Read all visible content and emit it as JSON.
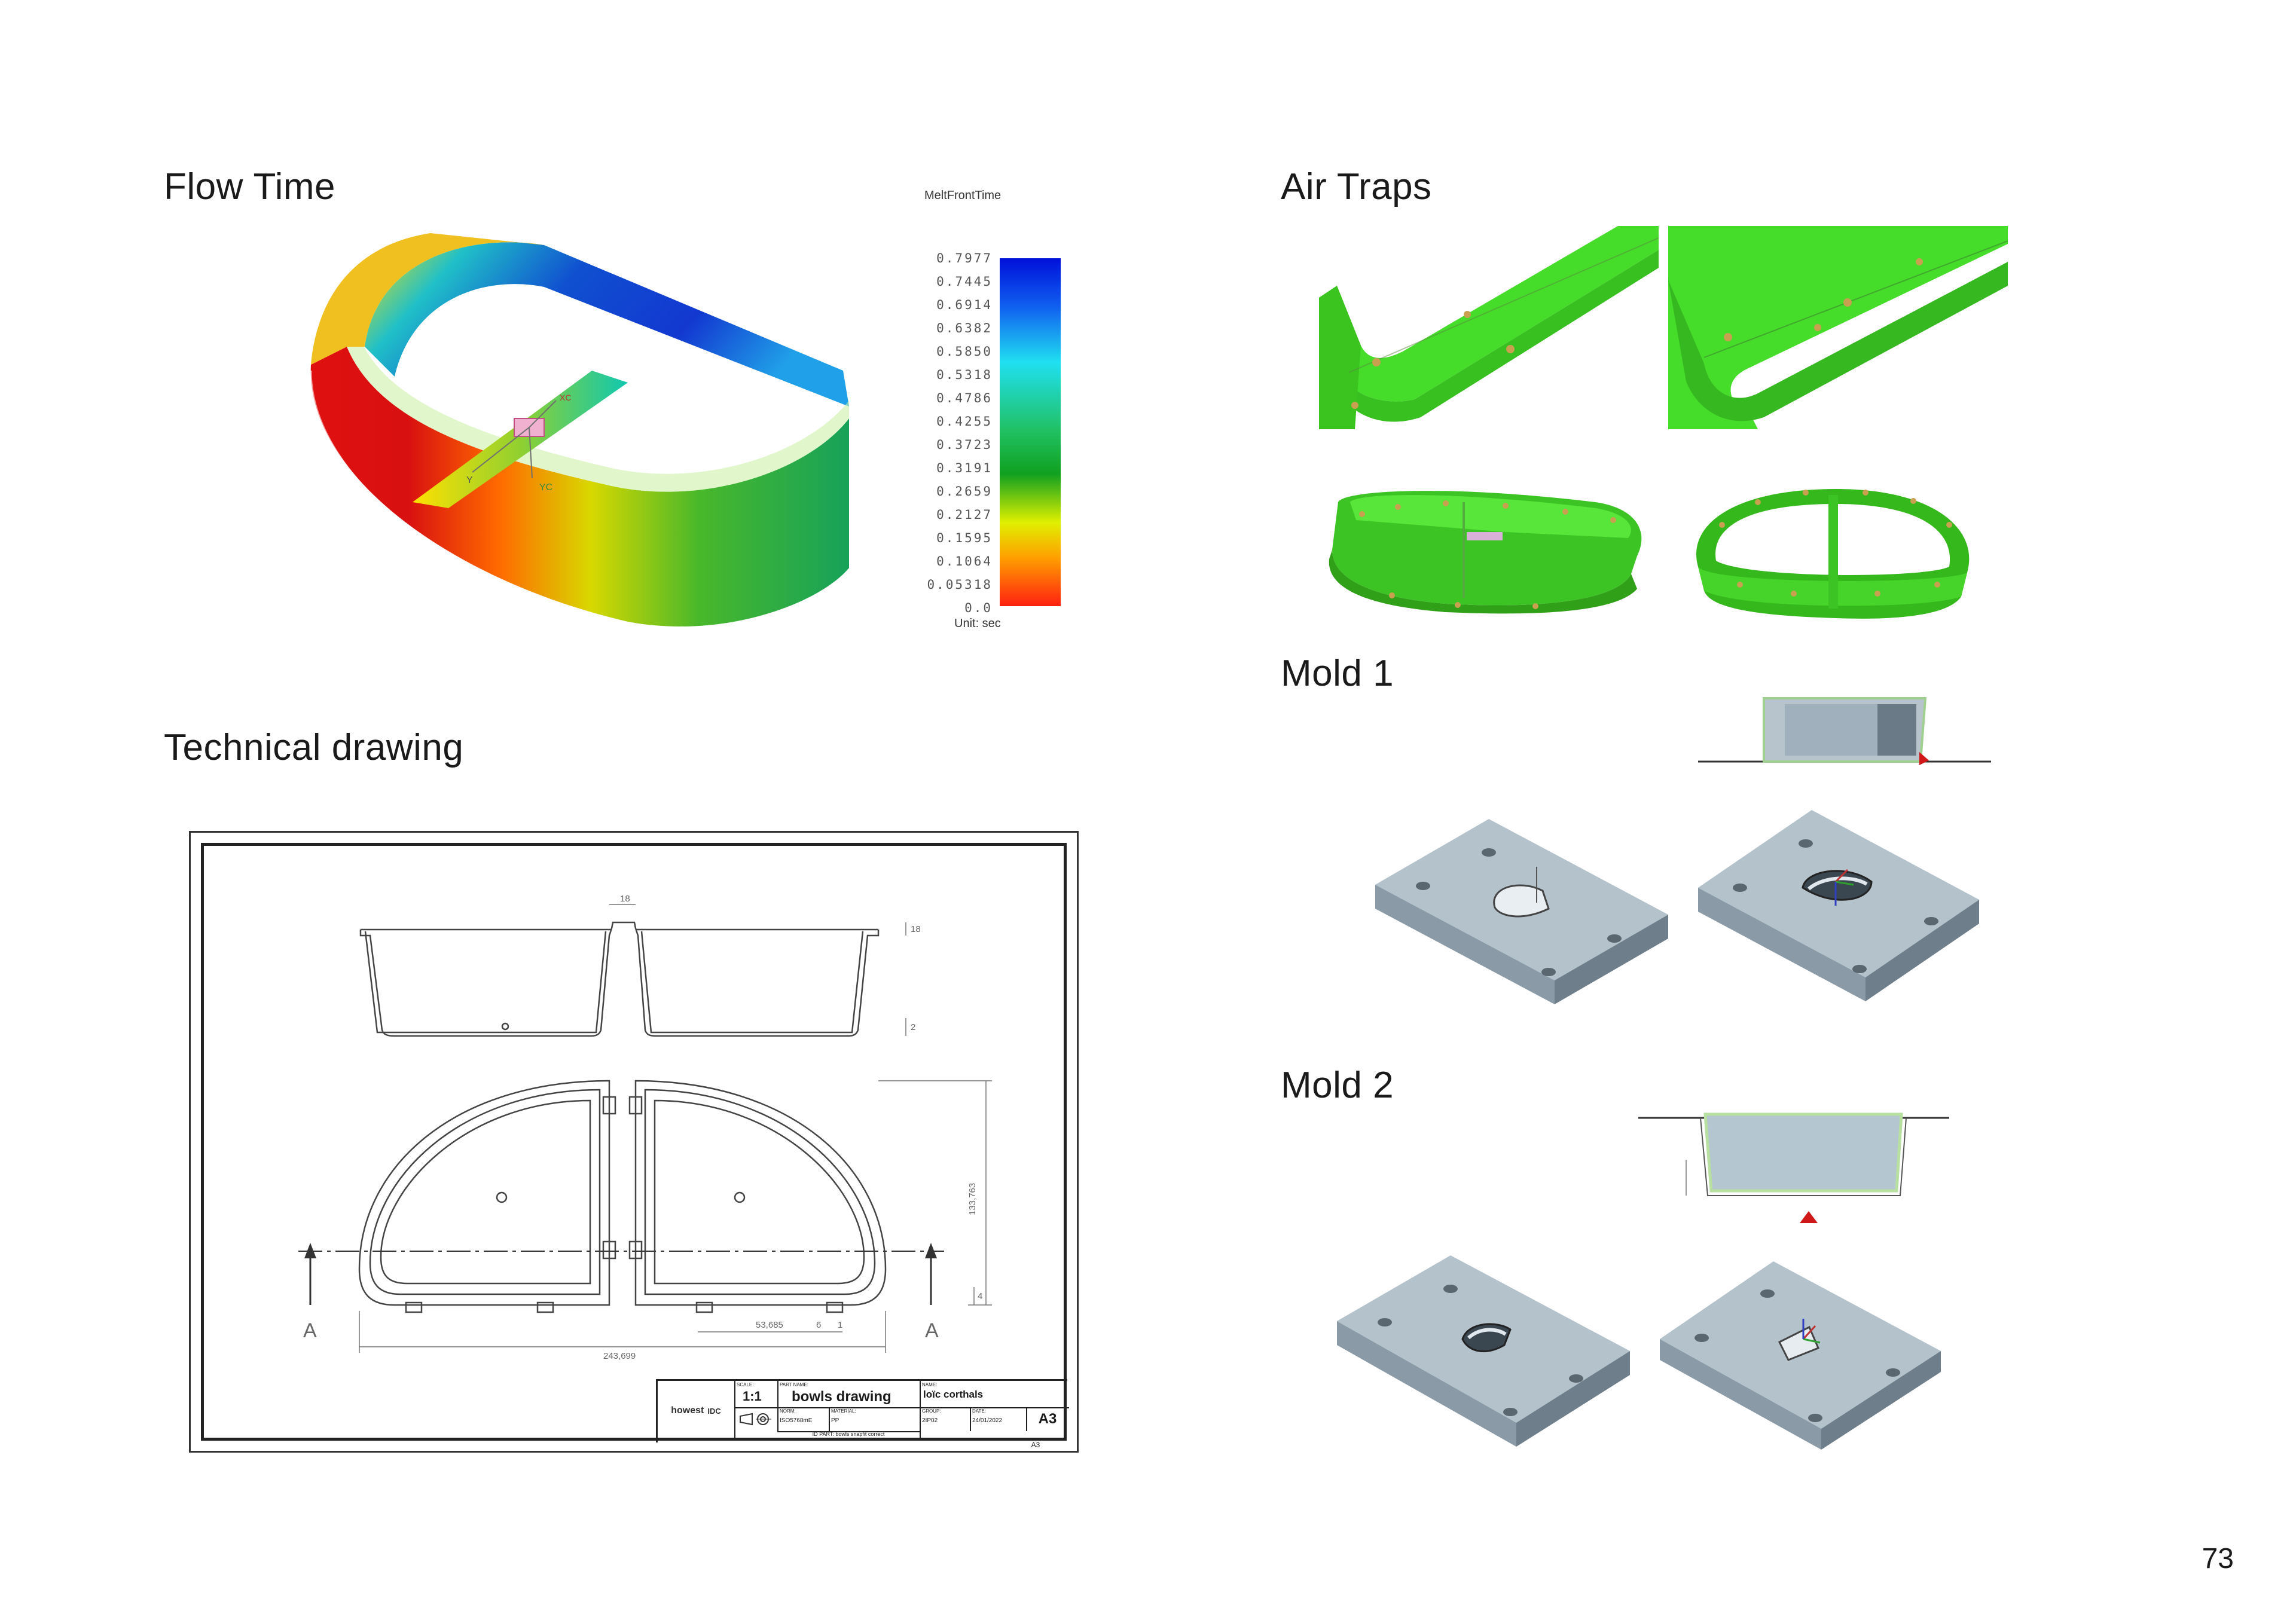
{
  "sections": {
    "flow_time": "Flow Time",
    "air_traps": "Air Traps",
    "technical_drawing": "Technical drawing",
    "mold1": "Mold 1",
    "mold2": "Mold 2"
  },
  "legend": {
    "title": "MeltFrontTime",
    "unit": "Unit: sec",
    "ticks": [
      "0.7977",
      "0.7445",
      "0.6914",
      "0.6382",
      "0.5850",
      "0.5318",
      "0.4786",
      "0.4255",
      "0.3723",
      "0.3191",
      "0.2659",
      "0.2127",
      "0.1595",
      "0.1064",
      "0.05318",
      "0.0"
    ]
  },
  "flow_model": {
    "axis_y": "Y",
    "axis_yc": "YC",
    "axis_xc": "XC"
  },
  "drawing": {
    "dims": {
      "d18a": "18",
      "d18b": "18",
      "d2": "2",
      "d133": "133,763",
      "d53": "53,685",
      "d6": "6",
      "d1": "1",
      "d4": "4",
      "d243": "243,699"
    },
    "section_label": "A",
    "title_block": {
      "logo": "howest",
      "idc": "IDC",
      "scale_label": "SCALE:",
      "scale": "1:1",
      "part_label": "PART NAME:",
      "part_name": "bowls drawing",
      "name_label": "NAME:",
      "name": "loïc corthals",
      "norm_label": "NORM:",
      "norm": "ISO5768mE",
      "material_label": "MATERIAL:",
      "material": "PP",
      "group_label": "GROUP:",
      "group": "2IP02",
      "date_label": "DATE:",
      "date": "24/01/2022",
      "id_part": "ID PART:  bowls snapfit correct",
      "size": "A3",
      "size_bottom": "A3"
    }
  },
  "page_number": "73",
  "colors": {
    "air_green": "#42d92a",
    "mold_gray": "#a9b9c4",
    "melt_red": "#e01010",
    "melt_blue": "#0018d8"
  }
}
